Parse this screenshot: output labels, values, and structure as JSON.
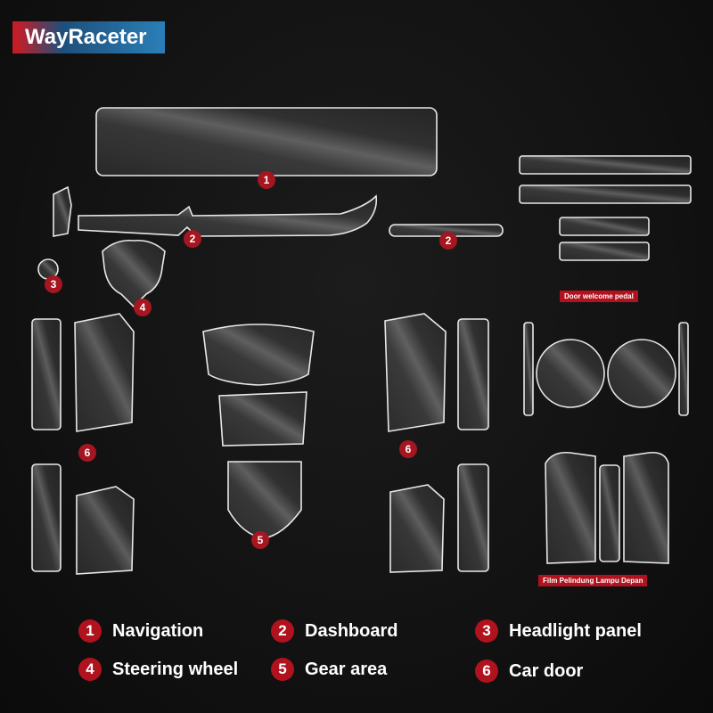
{
  "brand": {
    "name": "WayRaceter"
  },
  "markers": [
    "1",
    "2",
    "2",
    "3",
    "4",
    "5",
    "6",
    "6"
  ],
  "tags": {
    "door_pedal": "Door welcome pedal",
    "headlight_film": "Film Pelindung Lampu Depan"
  },
  "legend": [
    {
      "num": "1",
      "label": "Navigation"
    },
    {
      "num": "2",
      "label": "Dashboard"
    },
    {
      "num": "3",
      "label": "Headlight panel"
    },
    {
      "num": "4",
      "label": "Steering wheel"
    },
    {
      "num": "5",
      "label": "Gear area"
    },
    {
      "num": "6",
      "label": "Car door"
    }
  ],
  "colors": {
    "accent": "#b0121e",
    "brand_blue": "#1f5f8f"
  }
}
